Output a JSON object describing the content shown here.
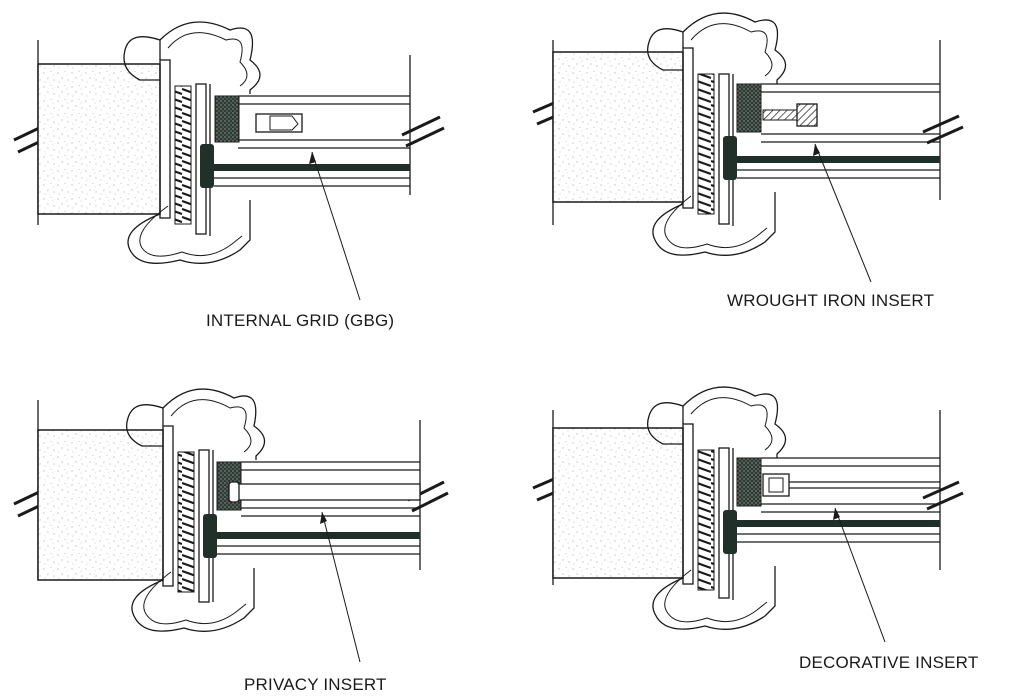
{
  "sections": [
    {
      "caption": "INTERNAL GRID (GBG)",
      "insert": "grid"
    },
    {
      "caption": "WROUGHT IRON INSERT",
      "insert": "iron"
    },
    {
      "caption": "PRIVACY INSERT",
      "insert": "privacy"
    },
    {
      "caption": "DECORATIVE INSERT",
      "insert": "decorative"
    }
  ],
  "colors": {
    "line": "#1a1a1a",
    "dark_fill": "#22302a",
    "speckle": "#777777"
  }
}
